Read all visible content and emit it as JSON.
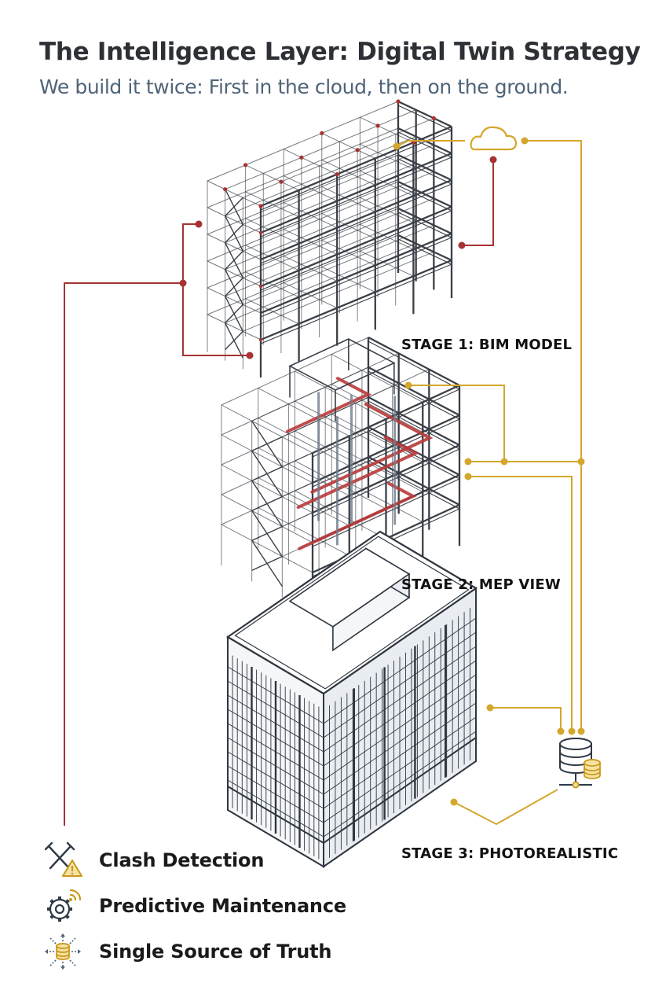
{
  "header": {
    "title": "The Intelligence Layer: Digital Twin Strategy",
    "subtitle": "We build it twice: First in the cloud, then on the ground."
  },
  "stages": [
    {
      "label": "STAGE 1: BIM MODEL"
    },
    {
      "label": "STAGE 2: MEP VIEW"
    },
    {
      "label": "STAGE 3: PHOTOREALISTIC"
    }
  ],
  "features": [
    {
      "label": "Clash Detection",
      "icon": "clash-detection-icon"
    },
    {
      "label": "Predictive Maintenance",
      "icon": "gear-signal-icon"
    },
    {
      "label": "Single Source of Truth",
      "icon": "database-arrows-icon"
    }
  ],
  "colors": {
    "title": "#2d3136",
    "subtitle": "#4f6478",
    "connector_red": "#a83232",
    "connector_gold": "#d4a72c",
    "line_art": "#3a3f47"
  }
}
